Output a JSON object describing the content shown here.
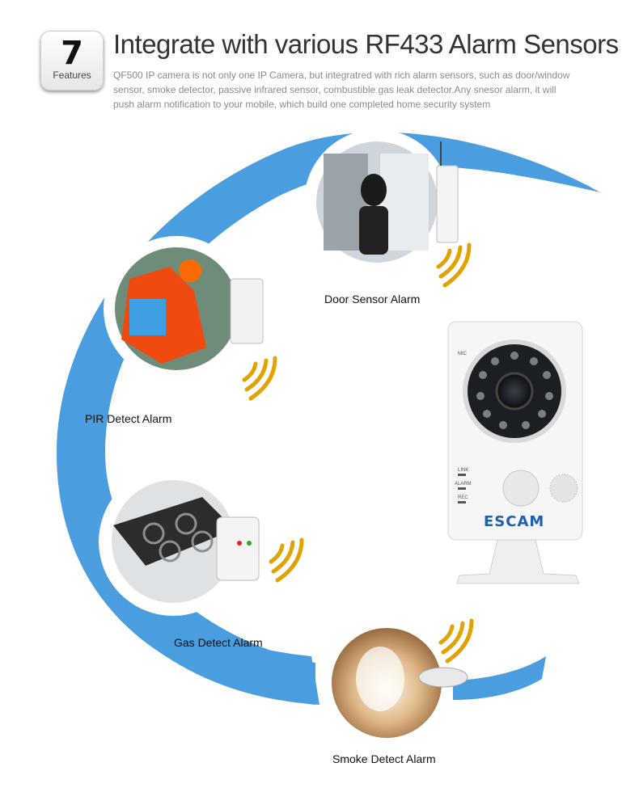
{
  "feature": {
    "number": "7",
    "label": "Features"
  },
  "title": "Integrate with various RF433 Alarm Sensors",
  "description_lines": [
    "QF500 IP camera is not only one IP Camera, but integratred with rich alarm sensors, such as door/window",
    "sensor, smoke detector, passive infrared sensor, combustible gas leak detector.Any snesor alarm, it will",
    "push alarm notification to your mobile, which build one completed  home security system"
  ],
  "sensors": {
    "door": "Door Sensor Alarm",
    "pir": "PIR Detect Alarm",
    "gas": "Gas Detect Alarm",
    "smoke": "Smoke Detect Alarm"
  },
  "camera": {
    "brand": "ESCAM",
    "mic": "MIC",
    "link": "LINK",
    "alarm": "ALARM",
    "rec": "REC"
  },
  "colors": {
    "arc": "#4a9ee0",
    "brand": "#1f5fb0"
  }
}
